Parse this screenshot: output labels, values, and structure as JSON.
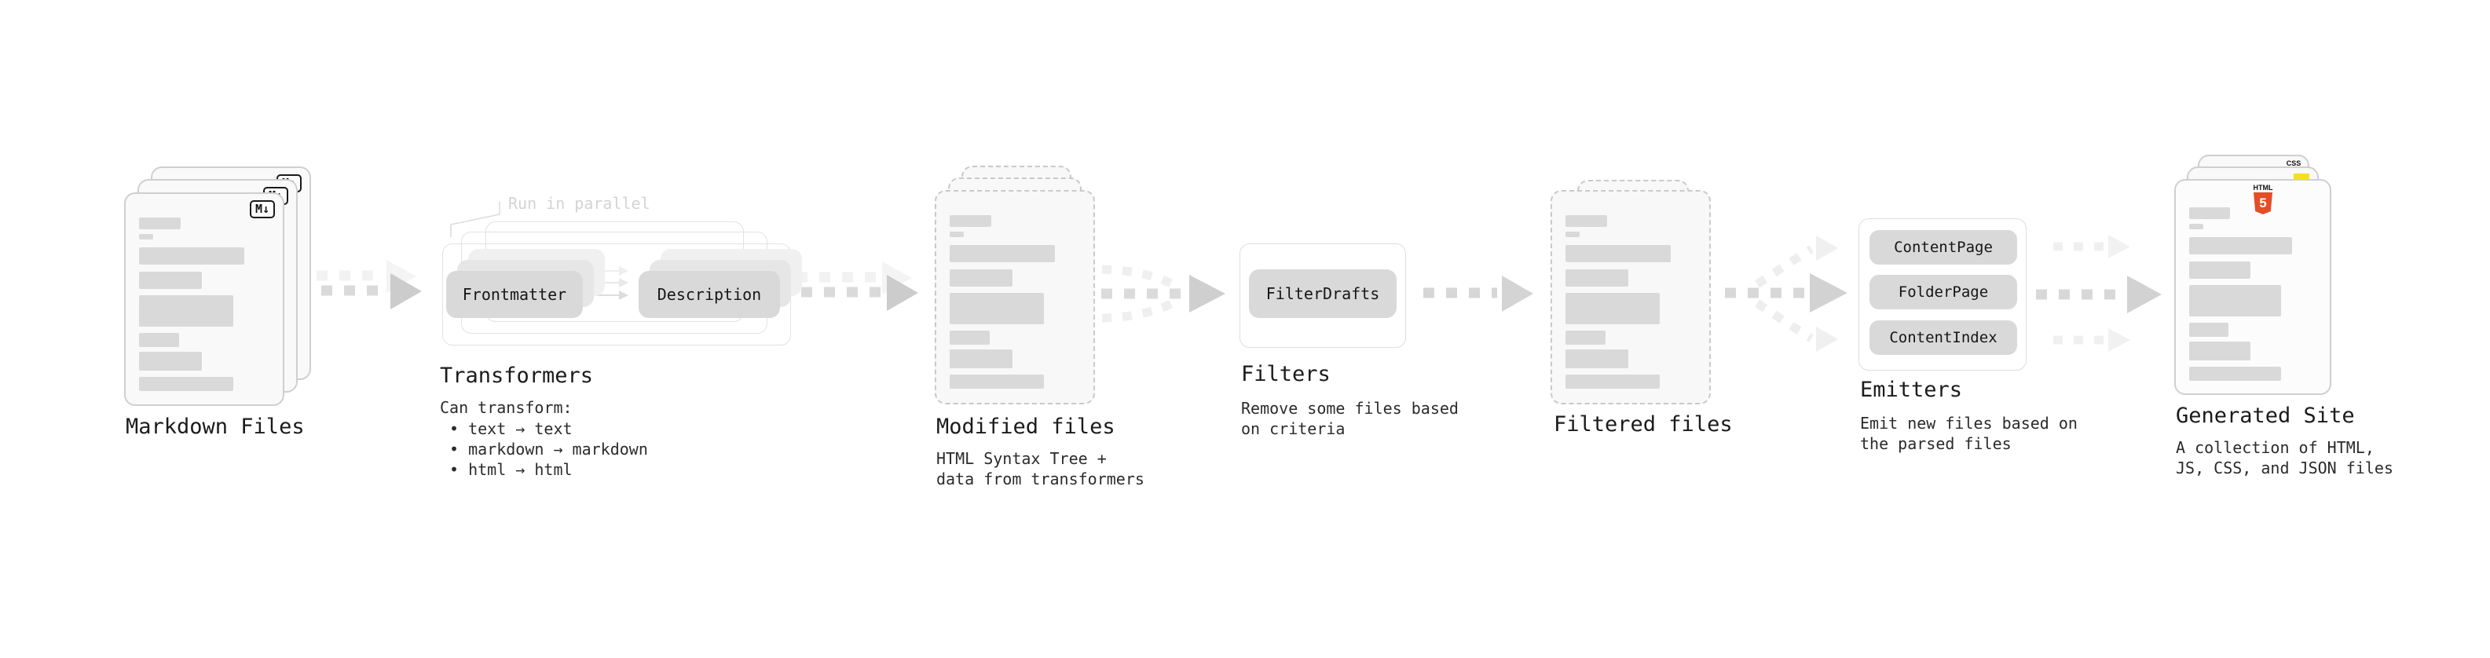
{
  "stages": {
    "markdown": {
      "title": "Markdown Files"
    },
    "transformers": {
      "callout": "Run in parallel",
      "node_frontmatter": "Frontmatter",
      "node_description": "Description",
      "title": "Transformers",
      "desc": "Can transform:",
      "bullets": [
        "• text → text",
        "• markdown → markdown",
        "• html → html"
      ]
    },
    "modified": {
      "title": "Modified files",
      "sub1": "HTML Syntax Tree +",
      "sub2": "data from transformers"
    },
    "filters": {
      "title": "Filters",
      "node_filterdrafts": "FilterDrafts",
      "sub1": "Remove some files based",
      "sub2": "on criteria"
    },
    "filtered": {
      "title": "Filtered files"
    },
    "emitters": {
      "title": "Emitters",
      "node1": "ContentPage",
      "node2": "FolderPage",
      "node3": "ContentIndex",
      "sub1": "Emit new files based on",
      "sub2": "the parsed files"
    },
    "generated": {
      "title": "Generated Site",
      "sub1": "A collection of HTML,",
      "sub2": "JS, CSS, and JSON files"
    }
  },
  "icons": {
    "markdown_badge": "M↓",
    "html5_label": "HTML",
    "html5_number": "5",
    "css_label": "CSS"
  },
  "colors": {
    "doc_bar": "#d9d9d9",
    "pill": "#d9d9d9",
    "arrow_main": "#d4d4d4",
    "arrow_ghost": "#f0f0f0",
    "js_yellow": "#f7df1e",
    "css_blue": "#2962ff",
    "html_orange": "#e44d26"
  },
  "decor": {
    "doc_bars": [
      {
        "w": 32,
        "h": 15,
        "mb": 6
      },
      {
        "w": 11,
        "h": 7,
        "mb": 10
      },
      {
        "w": 81,
        "h": 22,
        "mb": 9
      },
      {
        "w": 48,
        "h": 22,
        "mb": 8
      },
      {
        "w": 72,
        "h": 40,
        "mb": 8
      },
      {
        "w": 31,
        "h": 18,
        "mb": 6
      },
      {
        "w": 48,
        "h": 24,
        "mb": 8
      },
      {
        "w": 72,
        "h": 18,
        "mb": 0
      }
    ]
  }
}
